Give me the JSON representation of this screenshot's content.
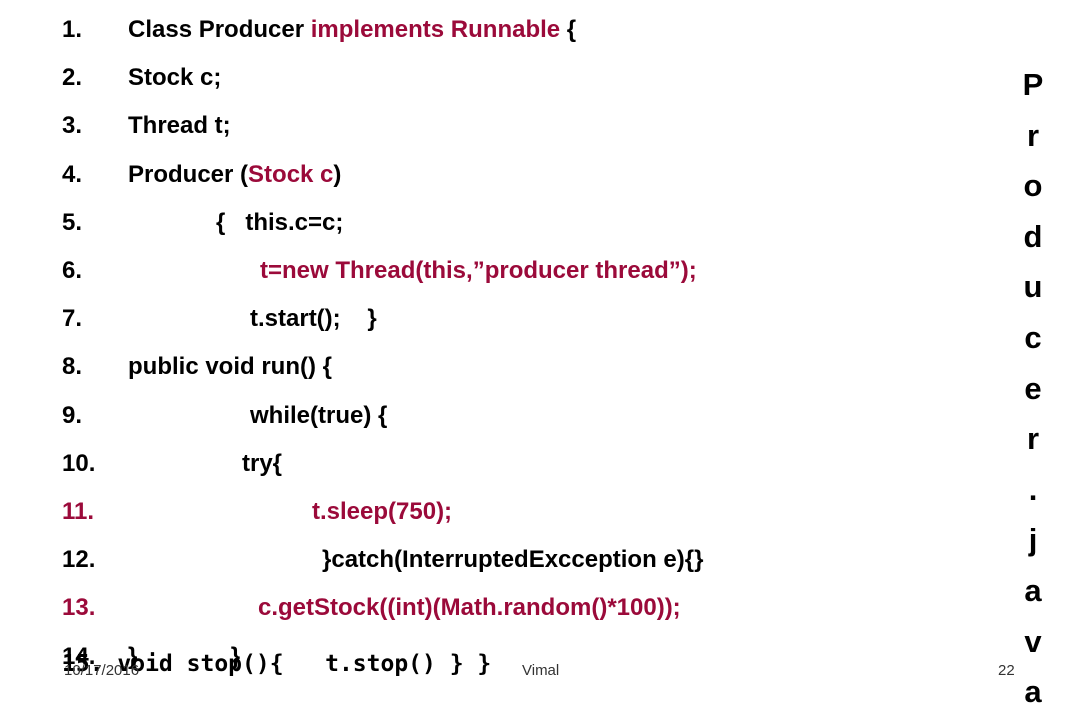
{
  "lines": [
    {
      "num": "1.",
      "parts": [
        {
          "t": "Class Producer ",
          "c": "k"
        },
        {
          "t": "implements Runnable",
          "c": "r"
        },
        {
          "t": " {",
          "c": "k"
        }
      ]
    },
    {
      "num": "2.",
      "parts": [
        {
          "t": "Stock c;",
          "c": "k"
        }
      ]
    },
    {
      "num": "3.",
      "parts": [
        {
          "t": "Thread t;",
          "c": "k"
        }
      ]
    },
    {
      "num": "4.",
      "parts": [
        {
          "t": "Producer (",
          "c": "k"
        },
        {
          "t": "Stock c",
          "c": "r"
        },
        {
          "t": ")",
          "c": "k"
        }
      ]
    },
    {
      "num": "5.",
      "parts": [
        {
          "t": "{   this.c=c;",
          "c": "k"
        }
      ]
    },
    {
      "num": "6.",
      "parts": [
        {
          "t": "t=new Thread(this,”producer thread”);",
          "c": "r"
        }
      ]
    },
    {
      "num": "7.",
      "parts": [
        {
          "t": "t.start();    }",
          "c": "k"
        }
      ]
    },
    {
      "num": "8.",
      "parts": [
        {
          "t": "public void run() {",
          "c": "k"
        }
      ]
    },
    {
      "num": "9.",
      "parts": [
        {
          "t": "while(true) {",
          "c": "k"
        }
      ]
    },
    {
      "num": "10.",
      "parts": [
        {
          "t": "try{",
          "c": "k"
        }
      ]
    },
    {
      "num": "11.",
      "parts": [
        {
          "t": "t.sleep(750);",
          "c": "r"
        }
      ]
    },
    {
      "num": "12.",
      "parts": [
        {
          "t": "}catch(InterruptedExcception e){}",
          "c": "k"
        }
      ]
    },
    {
      "num": "13.",
      "parts": [
        {
          "t": "c.getStock((int)(Math.random()*100));",
          "c": "r"
        }
      ]
    },
    {
      "num": "14.",
      "parts": [
        {
          "t": "}",
          "c": "k"
        },
        {
          "t": "              }",
          "c": "k"
        }
      ]
    }
  ],
  "line15": "15. void stop(){   t.stop() } }",
  "footer": {
    "date": "10/17/2016",
    "author": "Vimal",
    "page": "22"
  },
  "title": "Producer.java",
  "colors": {
    "keyword": "#000000",
    "highlight": "#9B0A3A"
  }
}
